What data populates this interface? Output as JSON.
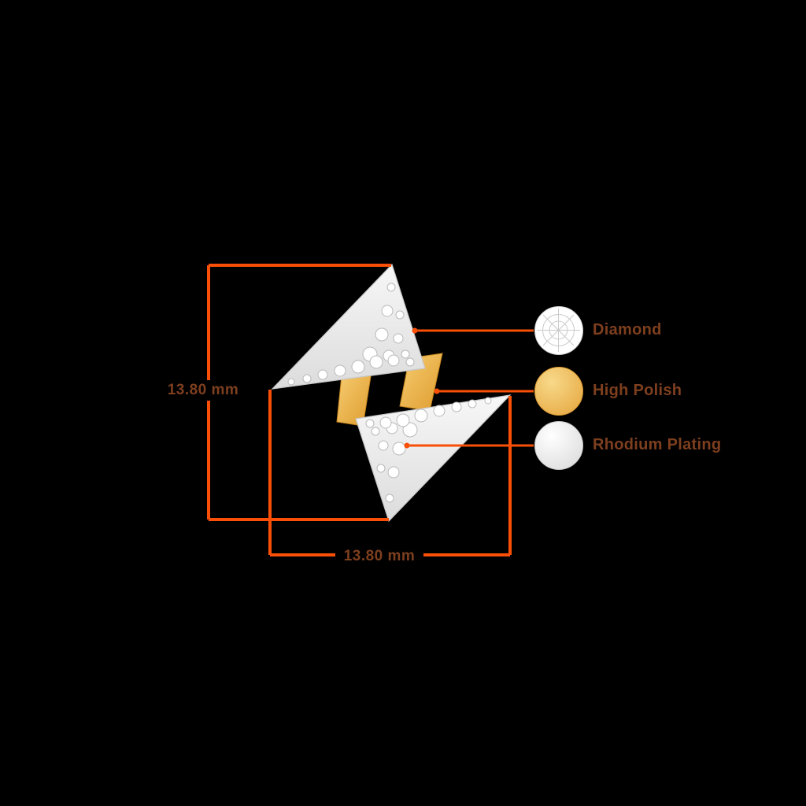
{
  "diagram": {
    "title": "jewelry-dimension-diagram",
    "dimensions": {
      "height_label": "13.80 mm",
      "width_label": "13.80 mm"
    },
    "legend": {
      "items": [
        {
          "label": "Diamond",
          "icon": "diamond-icon"
        },
        {
          "label": "High Polish",
          "icon": "gold-polish-icon"
        },
        {
          "label": "Rhodium Plating",
          "icon": "rhodium-plating-icon"
        }
      ]
    },
    "colors": {
      "dimension_line": "#F94F06",
      "label_text": "#7E3F1E",
      "gold": "#E9A93C",
      "silver": "#E8E8E8",
      "diamond_white": "#FFFFFF",
      "background": "#000000"
    }
  }
}
